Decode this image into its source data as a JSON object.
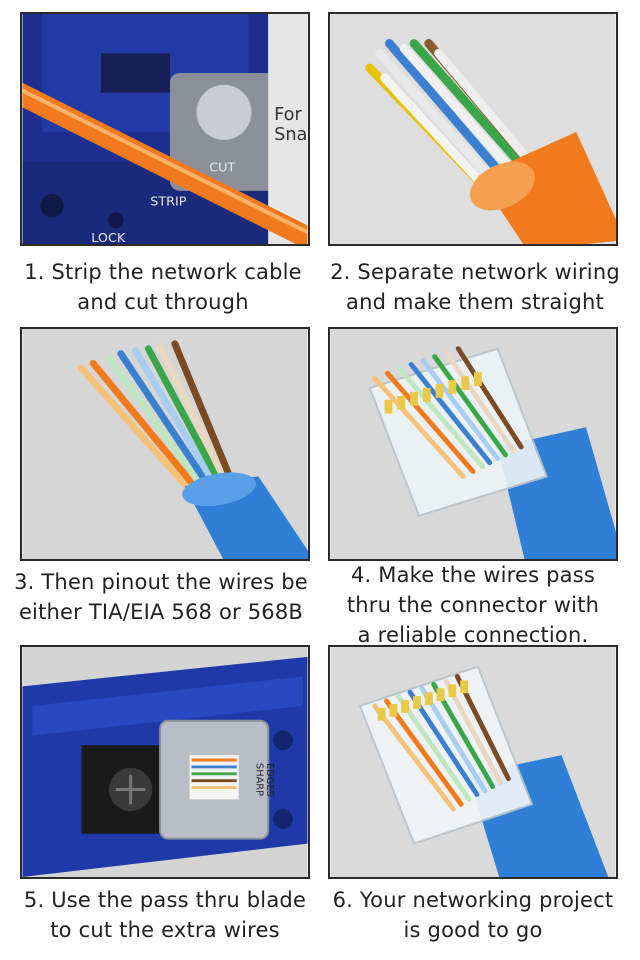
{
  "steps": [
    {
      "line1": "1. Strip the network cable",
      "line2": "and cut through"
    },
    {
      "line1": "2. Separate network wiring",
      "line2": "and make them straight"
    },
    {
      "line1": "3. Then pinout the wires be",
      "line2": "either TIA/EIA 568 or 568B"
    },
    {
      "line1": "4. Make the wires pass",
      "line2": "thru the connector with",
      "line3": "a reliable connection."
    },
    {
      "line1": "5. Use the pass thru blade",
      "line2": "to cut the extra wires"
    },
    {
      "line1": "6. Your networking project",
      "line2": "is good to go"
    }
  ],
  "tool_labels": {
    "cut": "CUT",
    "strip": "STRIP",
    "lock": "LOCK",
    "for_snap": [
      "For",
      "Sna"
    ],
    "sharp_edges": [
      "SHARP",
      "EDGES"
    ]
  },
  "colors": {
    "tool_blue": "#1f3aa8",
    "cable_orange": "#f07a1c",
    "cable_blue": "#2f7fd6",
    "panel_bg": "#d8d8d8"
  }
}
